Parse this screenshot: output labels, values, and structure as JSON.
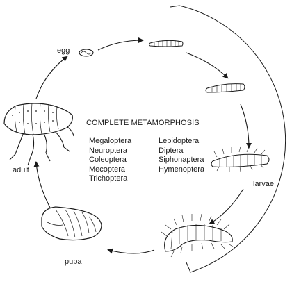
{
  "diagram": {
    "title": "COMPLETE METAMORPHOSIS",
    "orders_left": [
      "Megaloptera",
      "Neuroptera",
      "Coleoptera",
      "Mecoptera",
      "Trichoptera"
    ],
    "orders_right": [
      "Lepidoptera",
      "Diptera",
      "Siphonaptera",
      "Hymenoptera"
    ],
    "stages": {
      "egg": "egg",
      "larvae": "larvae",
      "pupa": "pupa",
      "adult": "adult"
    }
  }
}
